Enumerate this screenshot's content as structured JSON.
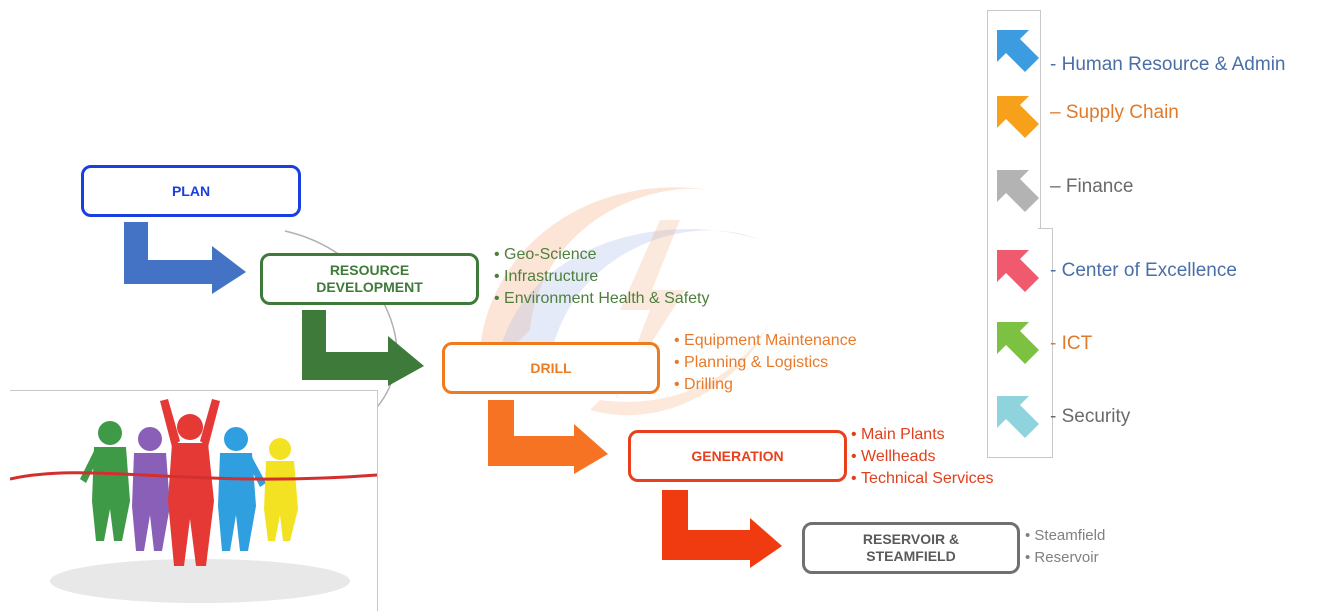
{
  "stages": [
    {
      "label": "PLAN",
      "color": "#1a3fe0"
    },
    {
      "label": "RESOURCE\nDEVELOPMENT",
      "color": "#3e7a3a"
    },
    {
      "label": "DRILL",
      "color": "#f07a1e"
    },
    {
      "label": "GENERATION",
      "color": "#e8401c"
    },
    {
      "label": "RESERVOIR &\nSTEAMFIELD",
      "color": "#707070"
    }
  ],
  "stage_details": {
    "resource_development": {
      "color": "#4e7f3e",
      "items": [
        "Geo-Science",
        "Infrastructure",
        "Environment Health & Safety"
      ]
    },
    "drill": {
      "color": "#e87a2a",
      "items": [
        "Equipment Maintenance",
        "Planning & Logistics",
        "Drilling"
      ]
    },
    "generation": {
      "color": "#e0401c",
      "items": [
        "Main Plants",
        "Wellheads",
        "Technical Services"
      ]
    },
    "reservoir_steamfield": {
      "color": "#808080",
      "items": [
        "Steamfield",
        "Reservoir"
      ]
    }
  },
  "arrows": [
    {
      "color": "#4472c4"
    },
    {
      "color": "#3e7a3a"
    },
    {
      "color": "#f57322"
    },
    {
      "color": "#f03a10"
    }
  ],
  "support_departments": [
    {
      "label": "- Human Resource & Admin",
      "icon": "arrow-up-left-icon",
      "icon_color": "#3d9be0",
      "text_color": "#4a6fa8"
    },
    {
      "label": "– Supply Chain",
      "icon": "arrow-up-left-icon",
      "icon_color": "#f7a11a",
      "text_color": "#e07a2a"
    },
    {
      "label": "– Finance",
      "icon": "arrow-up-left-icon",
      "icon_color": "#b3b3b3",
      "text_color": "#6a6a6a"
    },
    {
      "label": "- Center of Excellence",
      "icon": "arrow-up-left-icon",
      "icon_color": "#ef5a6e",
      "text_color": "#4a6fa8"
    },
    {
      "label": "- ICT",
      "icon": "arrow-up-left-icon",
      "icon_color": "#7cc142",
      "text_color": "#e07a2a"
    },
    {
      "label": "- Security",
      "icon": "arrow-up-left-icon",
      "icon_color": "#8fd3dc",
      "text_color": "#6a6a6a"
    }
  ],
  "runners_photo": {
    "runner_colors": [
      "#3e9a46",
      "#8a5fb8",
      "#e53935",
      "#2f9fe0",
      "#f2e222"
    ],
    "ribbon_color": "#d32f2f"
  }
}
